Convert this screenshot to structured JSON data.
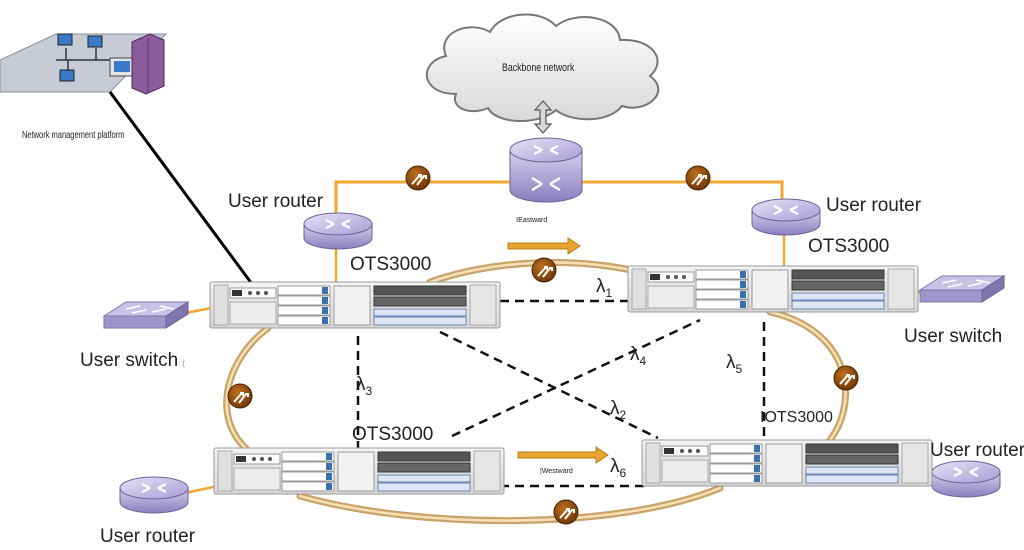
{
  "cloud": {
    "label": "Backbone network"
  },
  "nms": {
    "label": "Network management platform"
  },
  "nodes": {
    "top_left": {
      "label": "OTS3000"
    },
    "top_right": {
      "label": "OTS3000"
    },
    "bottom_left": {
      "label": "OTS3000"
    },
    "bottom_right": {
      "label": "IOTS3000"
    }
  },
  "user_routers": {
    "top_left": "User router",
    "top_right": "User router",
    "bottom_left": "User router",
    "bottom_right": "User router"
  },
  "user_switches": {
    "left": "User switch",
    "left_suffix": "(",
    "right": "User switch"
  },
  "directions": {
    "eastward": "Eastward",
    "eastward_prefix": "Ⅰ",
    "westward": "Westward",
    "westward_prefix": "|"
  },
  "lambdas": {
    "l1": {
      "symbol": "λ",
      "sub": "1"
    },
    "l2": {
      "symbol": "λ",
      "sub": "2"
    },
    "l3": {
      "symbol": "λ",
      "sub": "3"
    },
    "l4": {
      "symbol": "λ",
      "sub": "4"
    },
    "l5": {
      "symbol": "λ",
      "sub": "5"
    },
    "l6": {
      "symbol": "λ",
      "sub": "6"
    }
  },
  "colors": {
    "ring": "#c9a46a",
    "link_orange": "#f0a830",
    "router": "#9b8fc8",
    "amp": "#8a4a0a"
  }
}
